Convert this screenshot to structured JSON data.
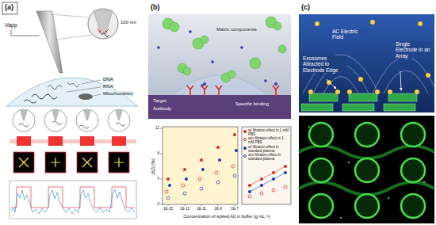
{
  "diagram": {
    "labels": [
      "(a)",
      "Vapp",
      "100 nm",
      "DNA",
      "RNA",
      "Mitochondrion",
      "(b)",
      "Matrix components",
      "Target",
      "Antibody",
      "Specific binding",
      "|ΔZ| (%)",
      "0",
      "4",
      "8",
      "12",
      "1E-15",
      "1E-13",
      "1E-11",
      "1E-9",
      "1E-7",
      "Concentration of spiked Aβ in buffer (g mL⁻¹)",
      "(c)",
      "AC Electric Field",
      "Single Electrode in an Array",
      "Exosomes Attracted to Electrode Edge"
    ],
    "legend": [
      {
        "text": "w/ filtration effect in 1 mM PBS"
      },
      {
        "text": "w/o filtration effect in 1 mM PBS"
      },
      {
        "text": "w/ filtration effect in standard plasma"
      },
      {
        "text": "w/o filtration effect in standard plasma"
      }
    ]
  }
}
